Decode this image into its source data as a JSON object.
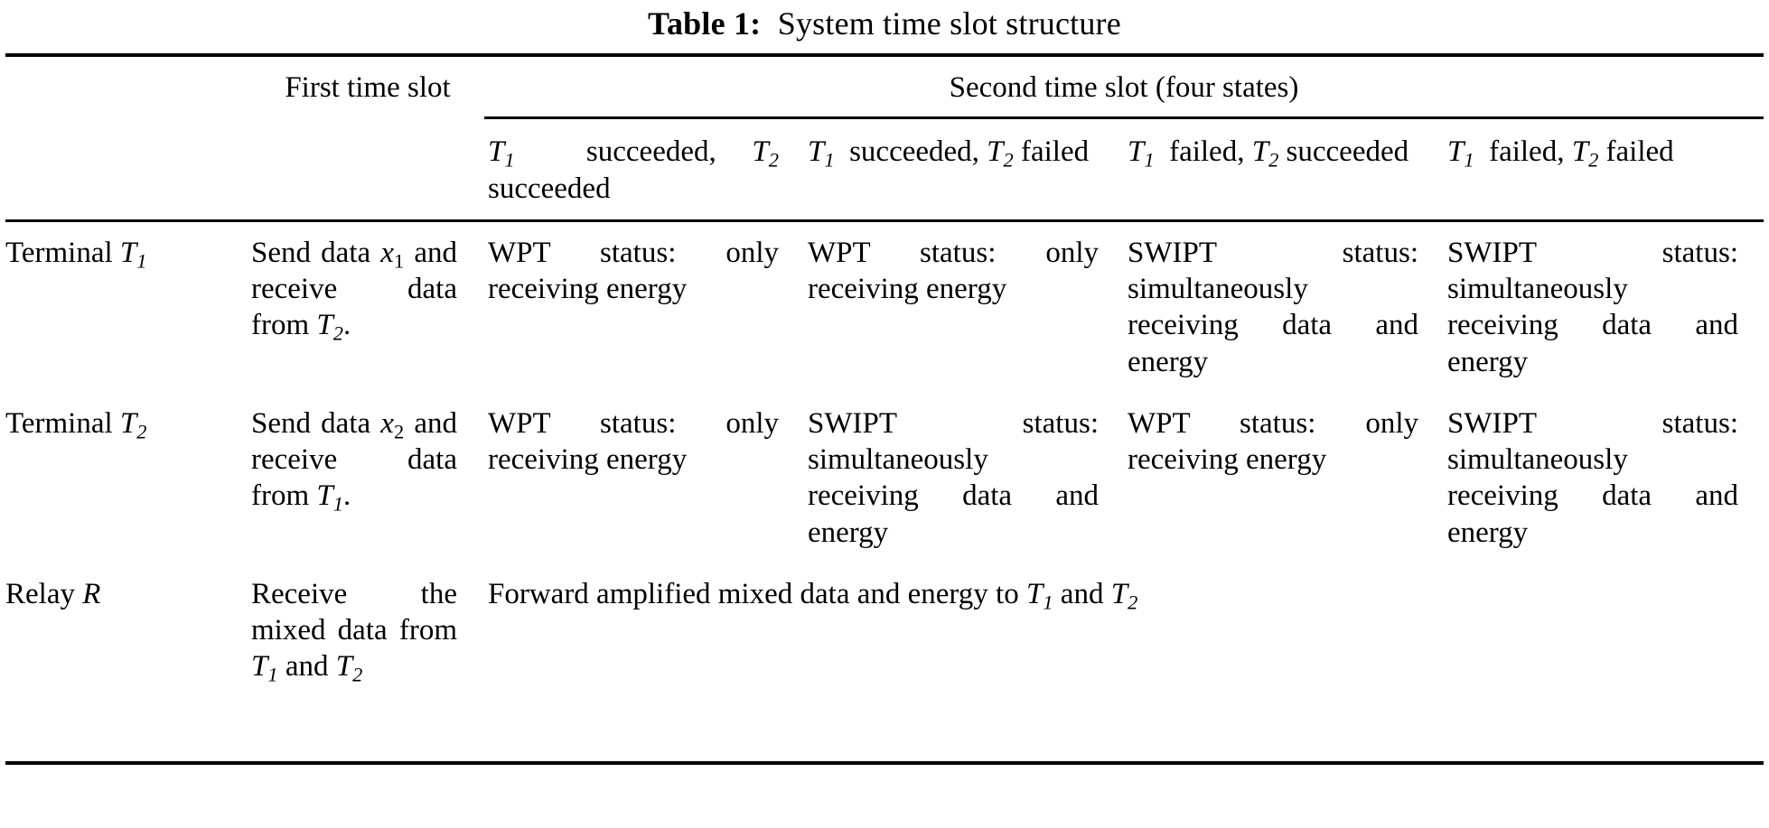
{
  "caption": {
    "label": "Table 1:",
    "text": "System time slot structure"
  },
  "table": {
    "column_groups": {
      "row_label": "",
      "first_slot": "First time slot",
      "second_slot": "Second time slot (four states)"
    },
    "state_headers": [
      {
        "line1": "T₁ succeeded,",
        "line2": "T₂ succeeded"
      },
      {
        "line1": "T₁ succeeded,",
        "line2": "T₂ failed"
      },
      {
        "line1": "T₁ failed, T₂",
        "line2": "succeeded"
      },
      {
        "line1": "T₁ failed, T₂",
        "line2": "failed"
      }
    ],
    "rows": [
      {
        "label": "Terminal T₁",
        "first_slot": "Send data x₁ and receive data from T₂.",
        "states": [
          "WPT status: only receiving energy",
          "WPT status: only receiving energy",
          "SWIPT status: simultaneously receiving data and energy",
          "SWIPT status: simultaneously receiving data and energy"
        ]
      },
      {
        "label": "Terminal T₂",
        "first_slot": "Send data x₂ and receive data from T₁.",
        "states": [
          "WPT status: only receiving energy",
          "SWIPT status: simultaneously receiving data and energy",
          "WPT status: only receiving energy",
          "SWIPT status: simultaneously receiving data and energy"
        ]
      },
      {
        "label": "Relay R",
        "first_slot": "Receive the mixed data from T₁ and T₂",
        "span_text": "Forward amplified mixed data and energy to T₁ and T₂"
      }
    ]
  },
  "colors": {
    "rule": "#000000",
    "text": "#000000",
    "background": "#ffffff"
  }
}
